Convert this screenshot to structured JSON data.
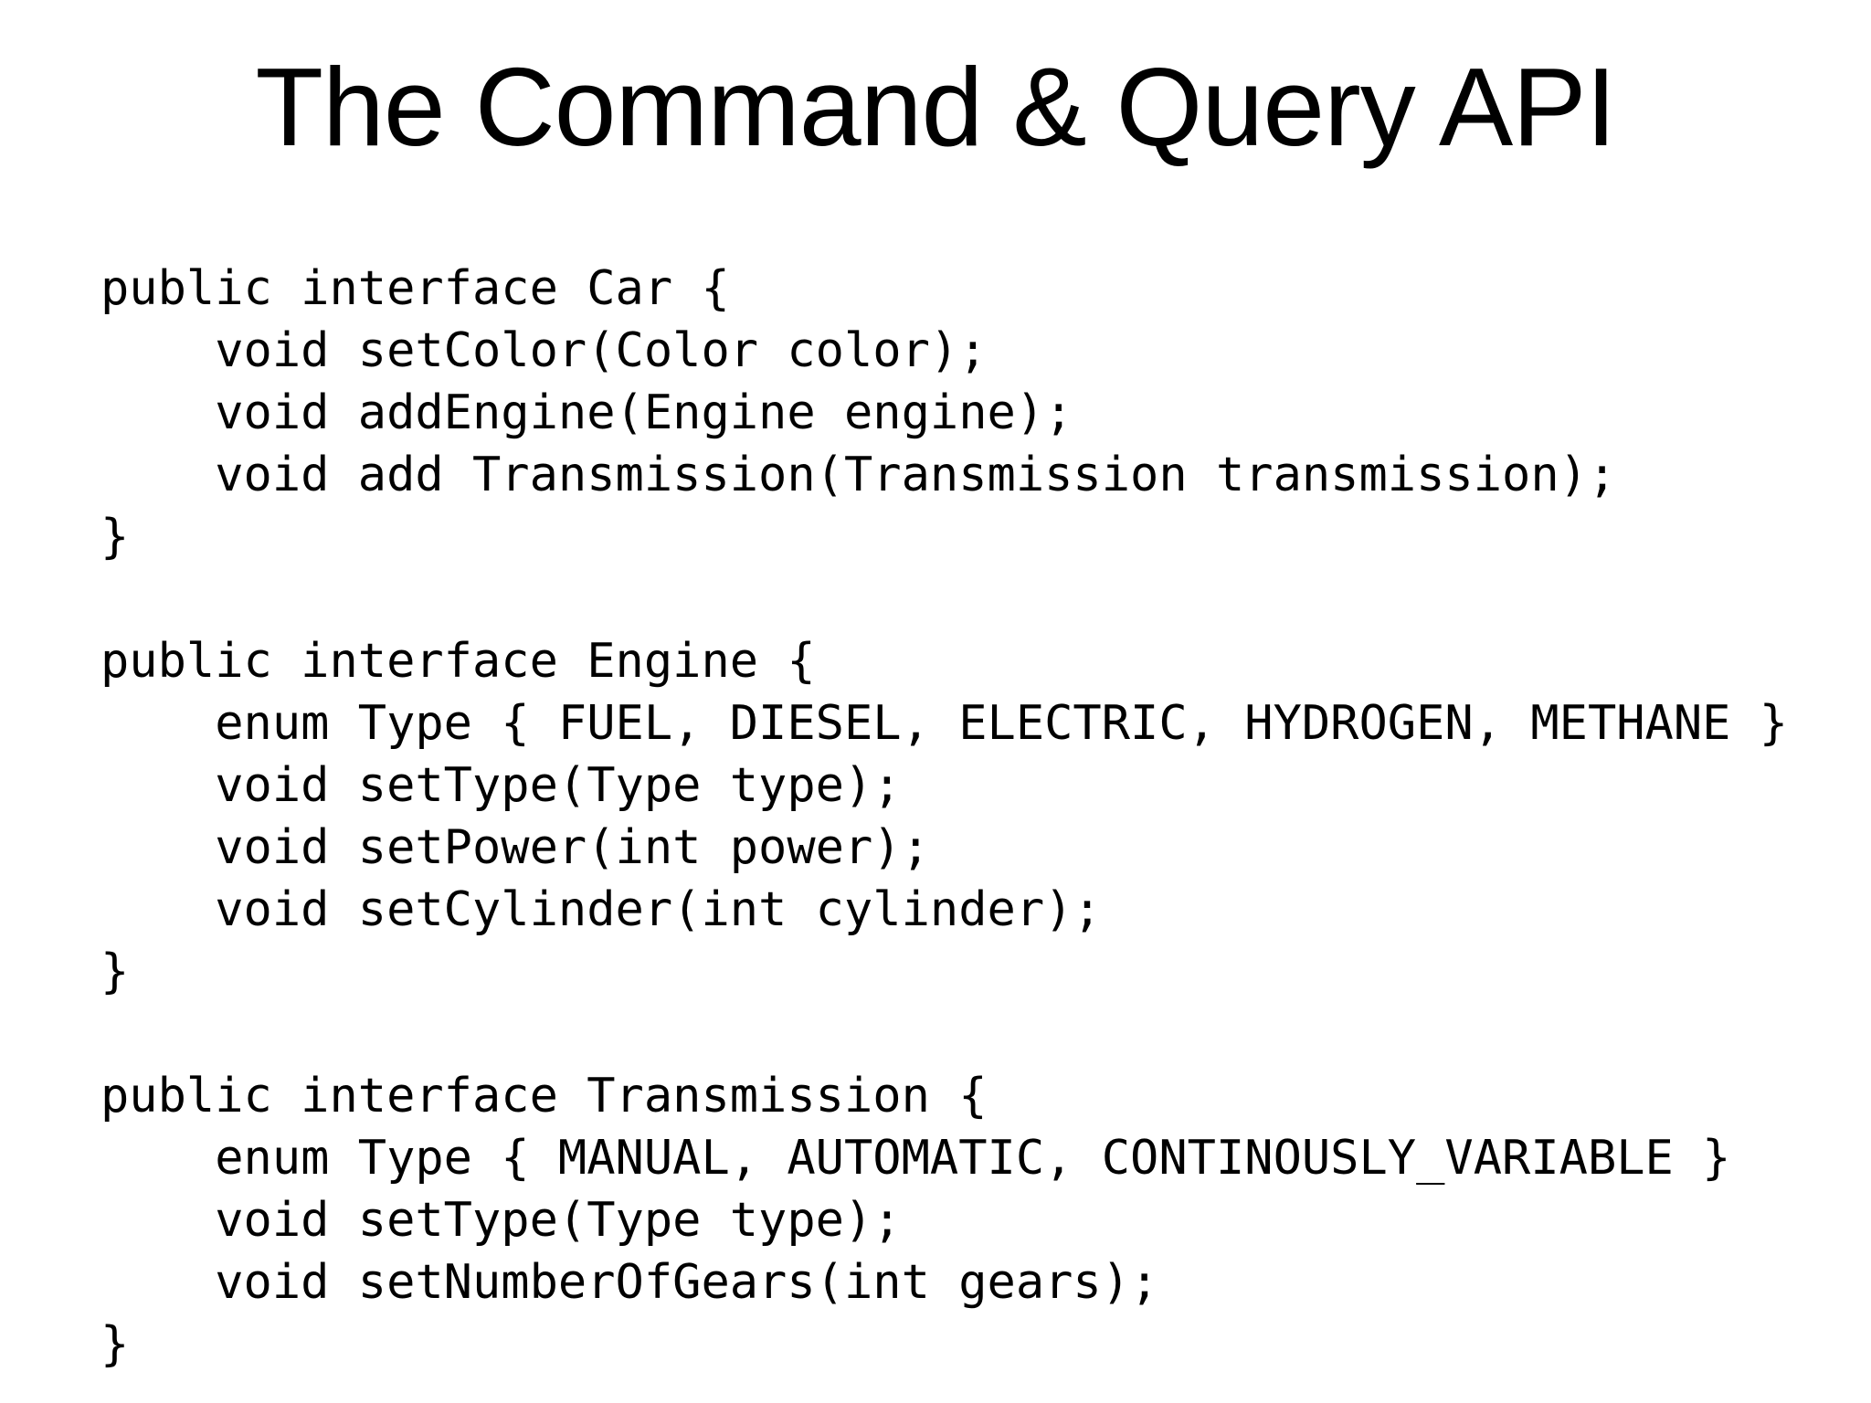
{
  "slide": {
    "title": "The Command & Query API",
    "colors": {
      "background": "#ffffff",
      "text": "#000000"
    },
    "code_blocks": [
      {
        "id": "car-interface",
        "lines": [
          "public interface Car {",
          "    void setColor(Color color);",
          "    void addEngine(Engine engine);",
          "    void add Transmission(Transmission transmission);",
          "}"
        ]
      },
      {
        "id": "engine-interface",
        "lines": [
          "public interface Engine {",
          "    enum Type { FUEL, DIESEL, ELECTRIC, HYDROGEN, METHANE }",
          "    void setType(Type type);",
          "    void setPower(int power);",
          "    void setCylinder(int cylinder);",
          "}"
        ]
      },
      {
        "id": "transmission-interface",
        "lines": [
          "public interface Transmission {",
          "    enum Type { MANUAL, AUTOMATIC, CONTINOUSLY_VARIABLE }",
          "    void setType(Type type);",
          "    void setNumberOfGears(int gears);",
          "}"
        ]
      }
    ]
  }
}
